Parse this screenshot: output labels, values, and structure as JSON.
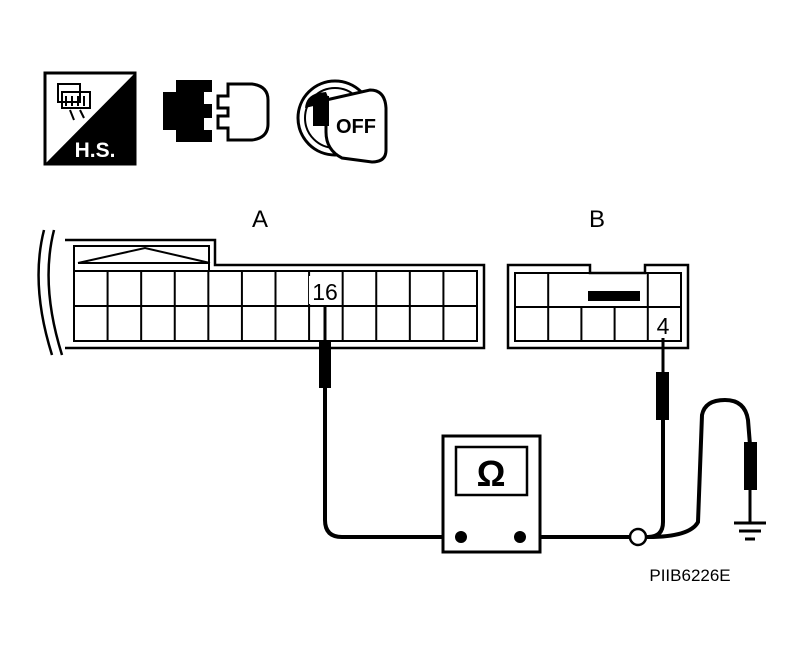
{
  "icons": {
    "harness_side_label": "H.S.",
    "key_position_label": "OFF"
  },
  "connectors": {
    "a": {
      "label": "A",
      "terminal": "16"
    },
    "b": {
      "label": "B",
      "terminal": "4"
    }
  },
  "meter": {
    "symbol": "Ω"
  },
  "figure_id": "PIIB6226E",
  "colors": {
    "ink": "#000000",
    "background": "#ffffff"
  }
}
